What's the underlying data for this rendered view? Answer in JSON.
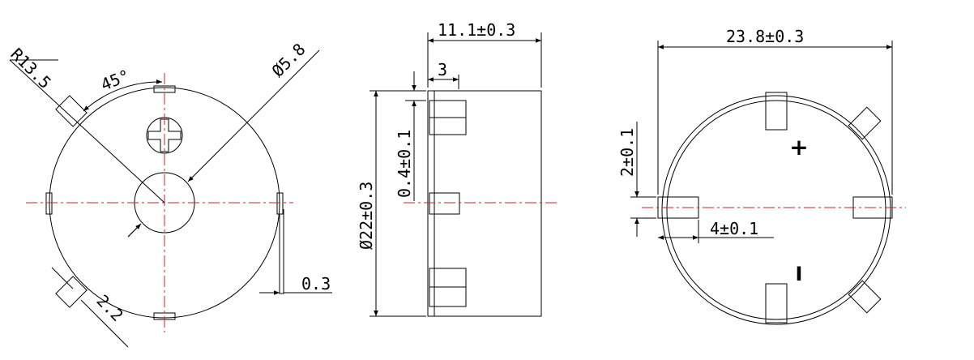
{
  "colors": {
    "line": "#000000",
    "centerline": "#cc2222",
    "background": "#ffffff"
  },
  "front_view": {
    "radius_label": "R13.5",
    "angle_label": "45°",
    "hole_label": "Ø5.8",
    "pin_thickness_label": "0.3",
    "tab_width_label": "2.2"
  },
  "side_view": {
    "overall_width_label": "11.1±0.3",
    "pin_offset_label": "3",
    "pin_thickness_label": "0.4±0.1",
    "diameter_label": "Ø22±0.3"
  },
  "bottom_view": {
    "overall_width_label": "23.8±0.3",
    "pad_height_label": "2±0.1",
    "pad_width_label": "4±0.1",
    "plus_symbol": "+",
    "minus_symbol": "I"
  }
}
